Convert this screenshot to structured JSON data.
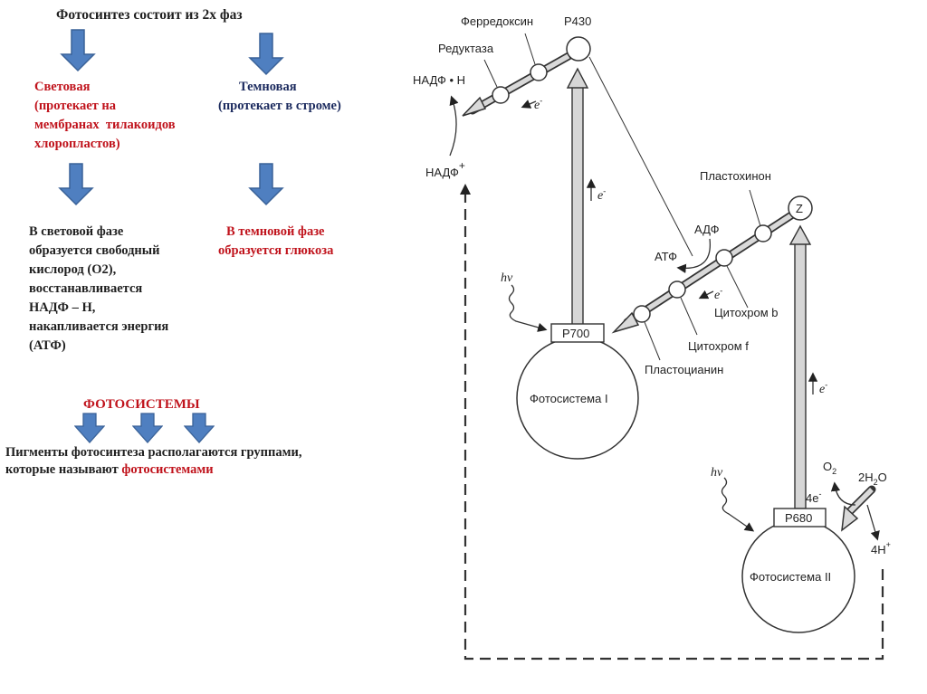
{
  "slide": {
    "title": "Фотосинтез состоит из 2х фаз",
    "light_phase": {
      "heading": "Световая",
      "description_lines": [
        "(протекает на",
        "мембранах  тилакоидов",
        "хлоропластов)"
      ],
      "result_lines": [
        "В световой фазе",
        "образуется свободный",
        "кислород (О2),",
        "восстанавливается",
        "НАДФ – Н,",
        "накапливается энергия",
        "(АТФ)"
      ]
    },
    "dark_phase": {
      "heading": "Темновая",
      "description": "(протекает в строме)",
      "result_lines": [
        "В темновой фазе",
        "образуется глюкоза"
      ]
    },
    "photosystems": {
      "heading": "ФОТОСИСТЕМЫ",
      "text_line1": "Пигменты фотосинтеза располагаются группами,",
      "text_line2_prefix": "которые называют ",
      "text_line2_highlight": "фотосистемами"
    },
    "colors": {
      "arrow_fill": "#4f7fc0",
      "arrow_stroke": "#3a6298",
      "red_text": "#c0131c",
      "navy_text": "#1b2a5e"
    }
  },
  "diagram": {
    "labels": {
      "ferredoxin": "Ферредоксин",
      "p430": "P430",
      "reductase": "Редуктаза",
      "nadph": "НАДФ • Н",
      "nadp": "НАДФ",
      "nadp_sup": "+",
      "electron": "e",
      "electron_sup": "-",
      "plastoquinone": "Пластохинон",
      "z": "Z",
      "adp": "АДФ",
      "atp": "АТФ",
      "cytochrome_b": "Цитохром b",
      "cytochrome_f": "Цитохром f",
      "plastocyanin": "Пластоцианин",
      "hv": "hν",
      "p700": "P700",
      "photosystem_1": "Фотосистема I",
      "p680": "P680",
      "photosystem_2": "Фотосистема II",
      "o2": "O",
      "o2_sub": "2",
      "water_pre": "2H",
      "water_sub": "2",
      "water_post": "O",
      "four_e": "4e",
      "four_h": "4H",
      "four_h_sup": "+"
    }
  }
}
